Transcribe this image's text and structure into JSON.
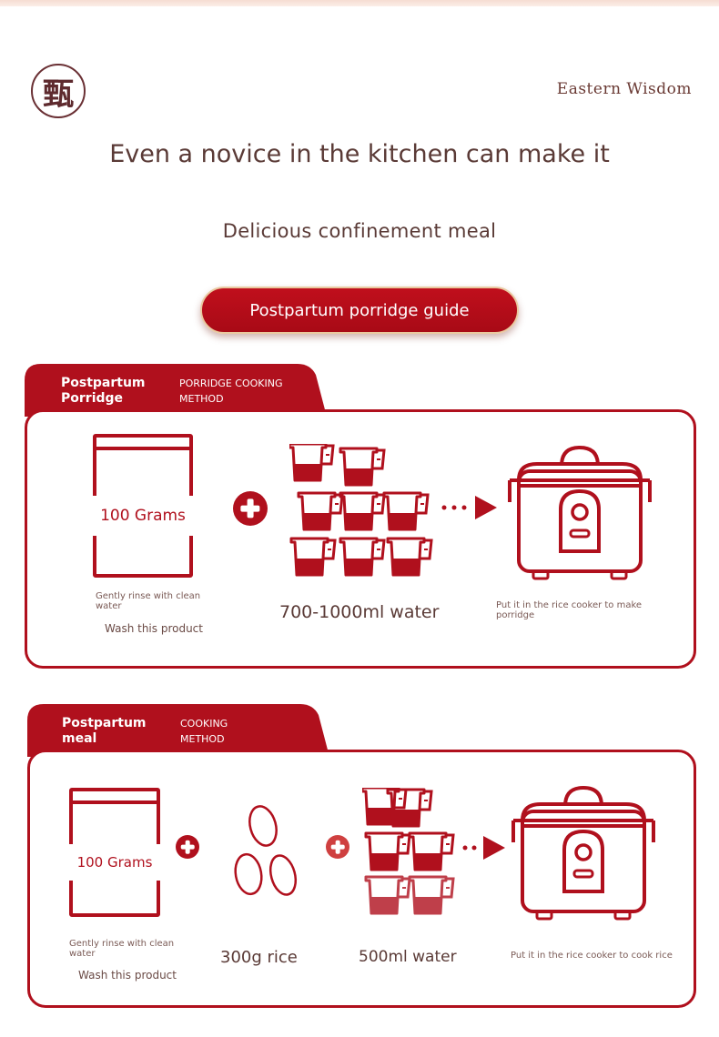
{
  "header": {
    "logo_char": "甄",
    "brand": "Eastern Wisdom",
    "headline": "Even a novice in the kitchen can make it",
    "subhead": "Delicious confinement meal",
    "guide_button": "Postpartum porridge guide"
  },
  "section1": {
    "tab_title_line1": "Postpartum",
    "tab_title_line2": "Porridge",
    "tab_sub_line1": "PORRIDGE COOKING",
    "tab_sub_line2": "METHOD",
    "pack_label": "100 Grams",
    "rinse_note_line1": "Gently rinse with clean",
    "rinse_note_line2": "water",
    "wash_caption": "Wash this product",
    "water_caption": "700-1000ml water",
    "cooker_note_line1": "Put it in the rice cooker to make",
    "cooker_note_line2": "porridge"
  },
  "section2": {
    "tab_title_line1": "Postpartum",
    "tab_title_line2": "meal",
    "tab_sub_line1": "COOKING",
    "tab_sub_line2": "METHOD",
    "pack_label": "100 Grams",
    "rinse_note_line1": "Gently rinse with clean",
    "rinse_note_line2": "water",
    "wash_caption": "Wash this product",
    "rice_caption": "300g rice",
    "water_caption": "500ml water",
    "cooker_note": "Put it in the rice cooker to cook rice"
  },
  "icons": {
    "plus": "plus-circle-icon",
    "cup": "measuring-cup-icon",
    "arrow": "dotted-arrow-icon",
    "cooker": "rice-cooker-icon",
    "rice": "rice-grain-icon",
    "pack": "product-pack-icon"
  },
  "colors": {
    "accent": "#b0101d",
    "text": "#5a3a36",
    "button_border": "#e9c9a0"
  }
}
